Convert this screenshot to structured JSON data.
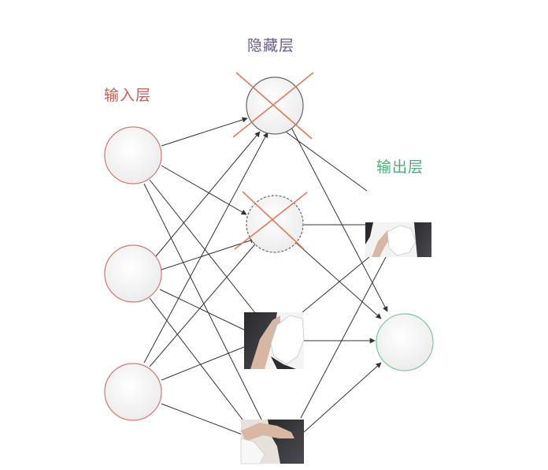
{
  "labels": {
    "input_layer": "输入层",
    "hidden_layer": "隐藏层",
    "output_layer": "输出层"
  },
  "colors": {
    "input_layer": "#c4605a",
    "hidden_layer": "#6a5a8a",
    "output_layer": "#4caf7a",
    "dropout_cross": "#e07a5a",
    "edge": "#333333",
    "node_fill": "#f3f3f3"
  },
  "network": {
    "input_nodes": [
      "input-node-1",
      "input-node-2",
      "input-node-3"
    ],
    "hidden_nodes": [
      {
        "id": "hidden-node-1",
        "state": "dropped"
      },
      {
        "id": "hidden-node-2",
        "state": "dropped"
      },
      {
        "id": "hidden-node-3",
        "state": "photo-overlay"
      },
      {
        "id": "hidden-node-4",
        "state": "photo-overlay"
      }
    ],
    "output_nodes": [
      "output-node-1"
    ]
  }
}
